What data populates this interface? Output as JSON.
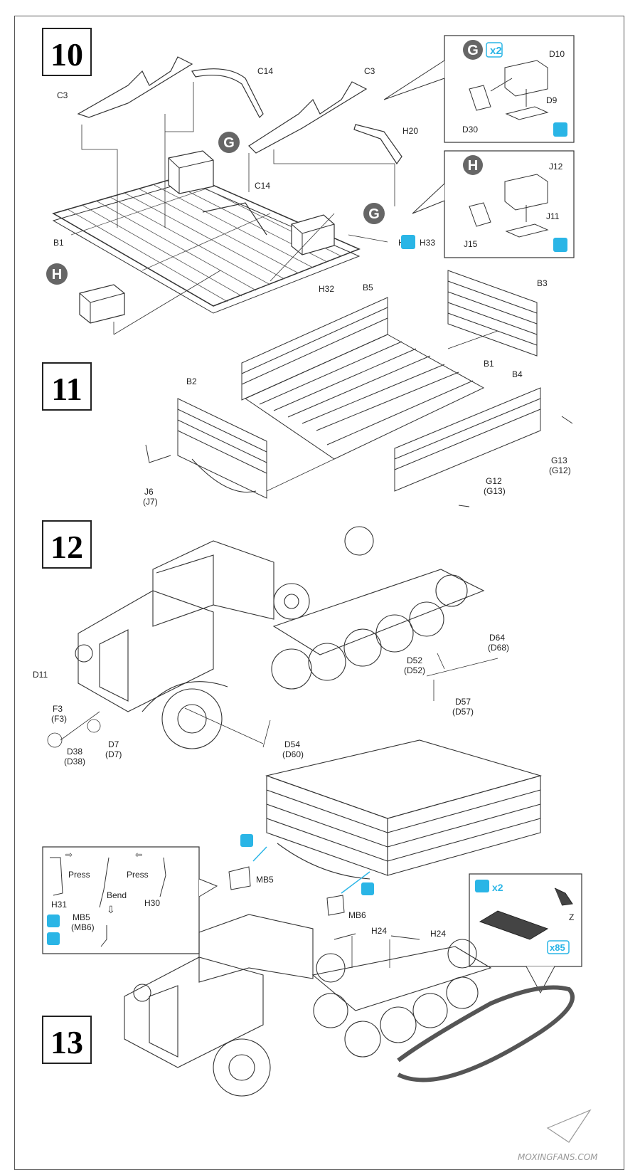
{
  "steps": [
    {
      "number": "10"
    },
    {
      "number": "11"
    },
    {
      "number": "12"
    },
    {
      "number": "13"
    }
  ],
  "step10": {
    "parts": [
      "C3",
      "C14",
      "C3",
      "H20",
      "C14",
      "B1",
      "H34",
      "H33",
      "H32"
    ],
    "callout_g": {
      "letter": "G",
      "qty": "2",
      "parts": [
        "D10",
        "D9",
        "D30"
      ]
    },
    "callout_h": {
      "letter": "H",
      "parts": [
        "J12",
        "J11",
        "J15"
      ]
    },
    "marker_g": "G",
    "marker_h": "H"
  },
  "step11": {
    "parts": [
      "B5",
      "B3",
      "B1",
      "B4",
      "B2",
      "G13",
      "G12",
      "G12",
      "G13",
      "J6",
      "J7"
    ]
  },
  "step12": {
    "parts": [
      "D64",
      "D68",
      "D52",
      "D52",
      "D57",
      "D57",
      "D11",
      "F3",
      "F3",
      "D7",
      "D7",
      "D38",
      "D38",
      "D54",
      "D60"
    ]
  },
  "step13": {
    "parts": [
      "MB5",
      "MB6",
      "H24",
      "H24",
      "Z"
    ],
    "inset": {
      "press1": "Press",
      "press2": "Press",
      "bend": "Bend",
      "h31": "H31",
      "h30": "H30",
      "mb5": "MB5",
      "mb6": "(MB6)"
    },
    "track": {
      "qty1": "2",
      "qty2": "85"
    }
  },
  "watermark": "MOXINGFANS.COM",
  "colors": {
    "accent": "#2ab5e6",
    "marker": "#666666",
    "line": "#333333"
  }
}
